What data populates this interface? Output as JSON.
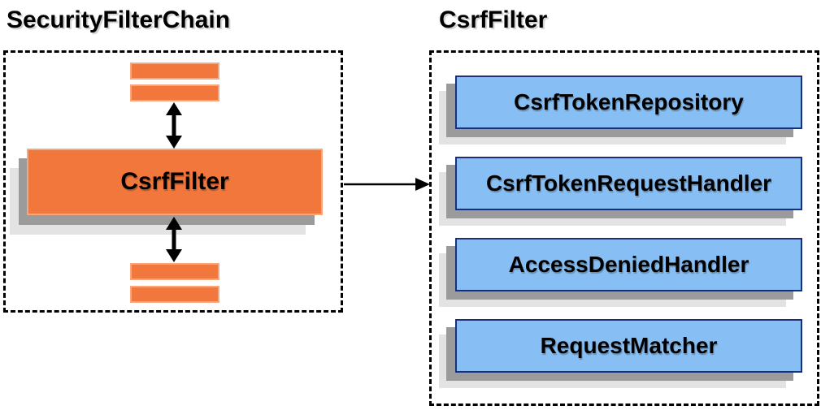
{
  "diagram": {
    "left": {
      "title": "SecurityFilterChain",
      "filter_box_label": "CsrfFilter"
    },
    "right": {
      "title": "CsrfFilter",
      "components": [
        "CsrfTokenRepository",
        "CsrfTokenRequestHandler",
        "AccessDeniedHandler",
        "RequestMatcher"
      ]
    },
    "colors": {
      "orange_fill": "#f2773c",
      "orange_border": "#f8a77d",
      "blue_fill": "#87bef3",
      "blue_border": "#1c2e78",
      "shadow_dark": "#9b9b9b",
      "shadow_light": "#e3e3e3",
      "arrow": "#000000",
      "text": "#000000"
    }
  }
}
